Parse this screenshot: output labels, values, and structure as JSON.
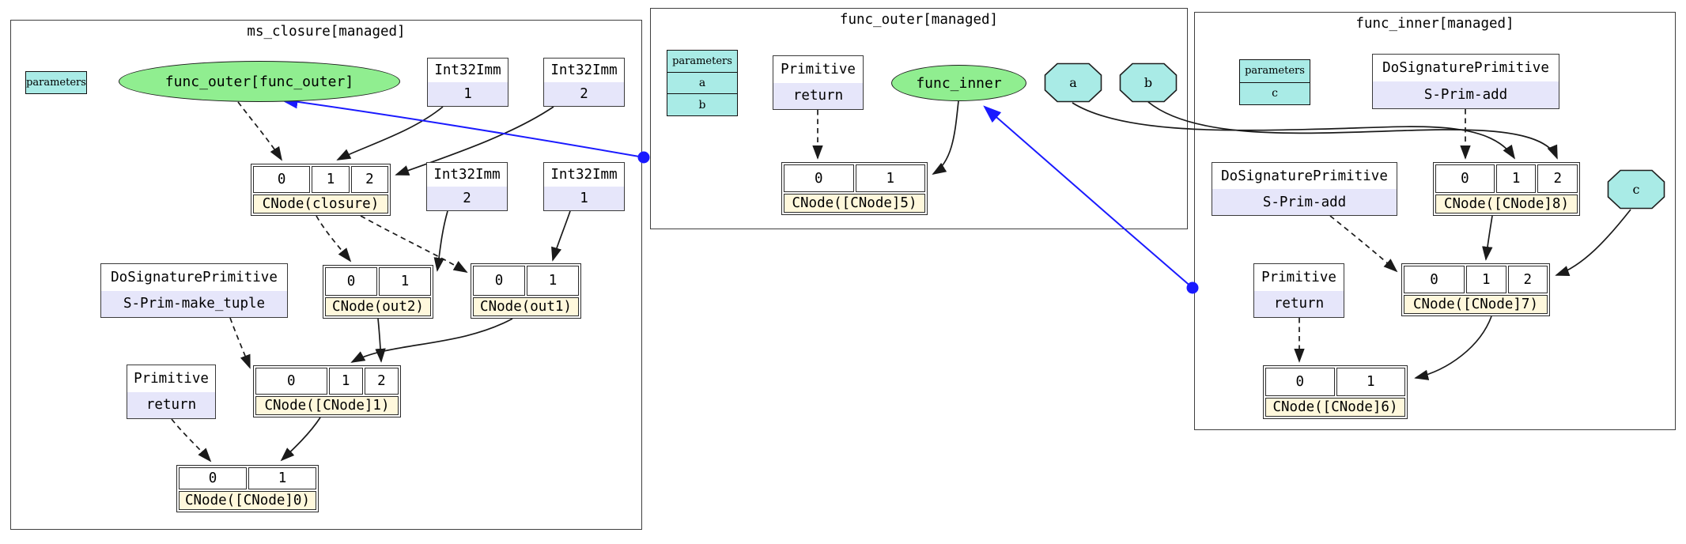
{
  "colors": {
    "funcgraph_fill": "#90EE90",
    "parameter_fill": "#A9EBE6",
    "primitive_fill": "#E6E6FA",
    "cnode_label_fill": "#FFF8DC",
    "highlight_edge": "#1A1AFF",
    "edge": "#1a1a1a"
  },
  "ms_closure": {
    "title": "ms_closure[managed]",
    "parameters_label": "parameters",
    "func_graph_node": "func_outer[func_outer]",
    "imm_top_left": {
      "type": "Int32Imm",
      "value": "1"
    },
    "imm_top_right": {
      "type": "Int32Imm",
      "value": "2"
    },
    "imm_mid_left": {
      "type": "Int32Imm",
      "value": "2"
    },
    "imm_mid_right": {
      "type": "Int32Imm",
      "value": "1"
    },
    "cnode_closure": {
      "ports": [
        "0",
        "1",
        "2"
      ],
      "label": "CNode(closure)"
    },
    "make_tuple": {
      "type": "DoSignaturePrimitive",
      "value": "S-Prim-make_tuple"
    },
    "cnode_out2": {
      "ports": [
        "0",
        "1"
      ],
      "label": "CNode(out2)"
    },
    "cnode_out1": {
      "ports": [
        "0",
        "1"
      ],
      "label": "CNode(out1)"
    },
    "return_prim": {
      "type": "Primitive",
      "value": "return"
    },
    "cnode_1": {
      "ports": [
        "0",
        "1",
        "2"
      ],
      "label": "CNode([CNode]1)"
    },
    "cnode_0": {
      "ports": [
        "0",
        "1"
      ],
      "label": "CNode([CNode]0)"
    }
  },
  "func_outer": {
    "title": "func_outer[managed]",
    "parameters": {
      "header": "parameters",
      "rows": [
        "a",
        "b"
      ]
    },
    "return_prim": {
      "type": "Primitive",
      "value": "return"
    },
    "func_graph_node": "func_inner",
    "param_a": "a",
    "param_b": "b",
    "cnode_5": {
      "ports": [
        "0",
        "1"
      ],
      "label": "CNode([CNode]5)"
    }
  },
  "func_inner": {
    "title": "func_inner[managed]",
    "parameters": {
      "header": "parameters",
      "rows": [
        "c"
      ]
    },
    "add_top": {
      "type": "DoSignaturePrimitive",
      "value": "S-Prim-add"
    },
    "add_left": {
      "type": "DoSignaturePrimitive",
      "value": "S-Prim-add"
    },
    "param_c": "c",
    "cnode_8": {
      "ports": [
        "0",
        "1",
        "2"
      ],
      "label": "CNode([CNode]8)"
    },
    "return_prim": {
      "type": "Primitive",
      "value": "return"
    },
    "cnode_7": {
      "ports": [
        "0",
        "1",
        "2"
      ],
      "label": "CNode([CNode]7)"
    },
    "cnode_6": {
      "ports": [
        "0",
        "1"
      ],
      "label": "CNode([CNode]6)"
    }
  }
}
